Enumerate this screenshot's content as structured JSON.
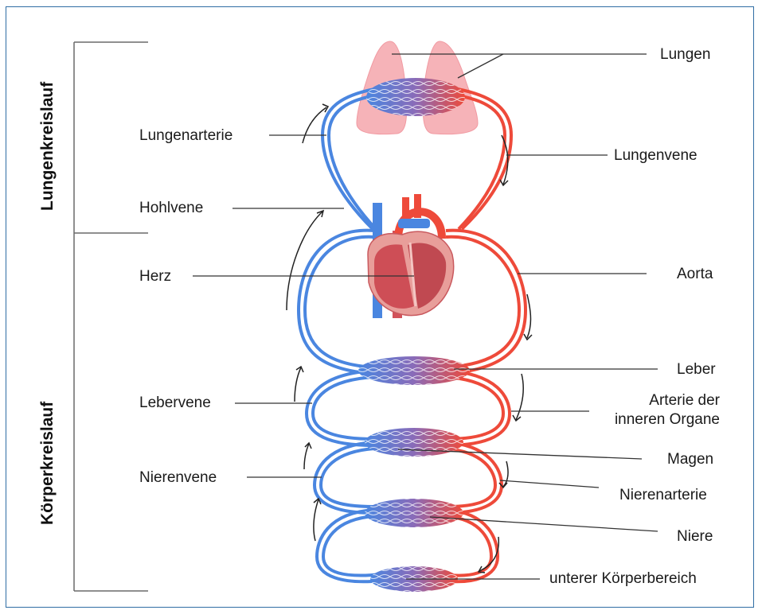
{
  "sections": {
    "pulmonary": "Lungenkreislauf",
    "systemic": "Körperkreislauf"
  },
  "labels_left": {
    "lungenarterie": "Lungenarterie",
    "hohlvene": "Hohlvene",
    "herz": "Herz",
    "lebervene": "Lebervene",
    "nierenvene": "Nierenvene"
  },
  "labels_right": {
    "lungen": "Lungen",
    "lungenvene": "Lungenvene",
    "aorta": "Aorta",
    "leber": "Leber",
    "arterie_1": "Arterie der",
    "arterie_2": "inneren Organe",
    "magen": "Magen",
    "nierenarterie": "Nierenarterie",
    "niere": "Niere",
    "unterer": "unterer Körperbereich"
  },
  "colors": {
    "frame": "#2f6da4",
    "vein_blue": "#4a86e0",
    "artery_red": "#ee4a3a",
    "lung_pink": "#f6b3b8",
    "heart": "#d2525a",
    "leader_line": "#333333"
  }
}
